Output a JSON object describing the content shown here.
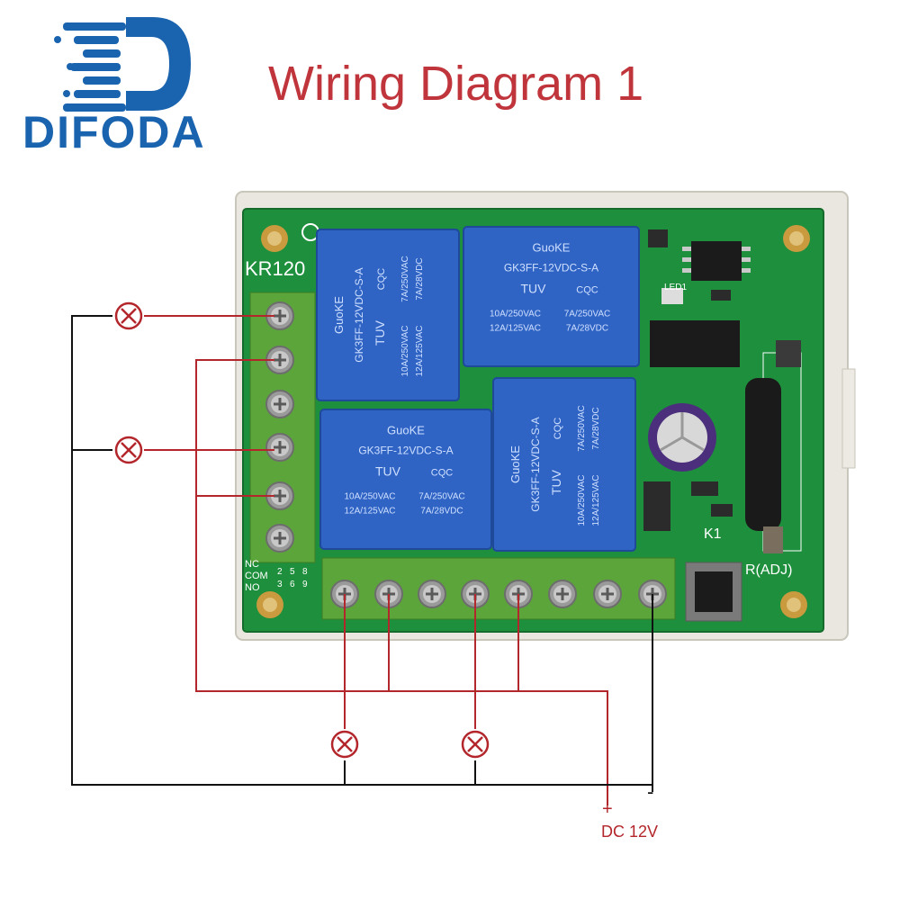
{
  "header": {
    "brand_name": "DIFODA",
    "title": "Wiring Diagram 1"
  },
  "board": {
    "model_label": "KR120",
    "terminal_labels": [
      "NC",
      "COM",
      "NO"
    ],
    "terminal_numbers": [
      "2",
      "5",
      "8",
      "3",
      "6",
      "9"
    ],
    "k1_label": "K1",
    "button_label": "R(ADJ)",
    "led_label": "LED1",
    "relays": [
      {
        "brand": "GuoKE",
        "model": "GK3FF-12VDC-S-A",
        "rating1": "10A/250VAC",
        "rating2": "12A/125VAC",
        "rating3": "7A/250VAC",
        "rating4": "7A/28VDC",
        "cert1": "TUV",
        "cert2": "CQC"
      },
      {
        "brand": "GuoKE",
        "model": "GK3FF-12VDC-S-A",
        "rating1": "10A/250VAC",
        "rating2": "12A/125VAC",
        "rating3": "7A/250VAC",
        "rating4": "7A/28VDC",
        "cert1": "TUV",
        "cert2": "CQC"
      },
      {
        "brand": "GuoKE",
        "model": "GK3FF-12VDC-S-A",
        "rating1": "10A/250VAC",
        "rating2": "12A/125VAC",
        "rating3": "7A/250VAC",
        "rating4": "7A/28VDC",
        "cert1": "TUV",
        "cert2": "CQC"
      },
      {
        "brand": "GuoKE",
        "model": "GK3FF-12VDC-S-A",
        "rating1": "10A/250VAC",
        "rating2": "12A/125VAC",
        "rating3": "7A/250VAC",
        "rating4": "7A/28VDC",
        "cert1": "TUV",
        "cert2": "CQC"
      }
    ]
  },
  "power": {
    "plus": "+",
    "minus": "-",
    "label": "DC 12V"
  },
  "colors": {
    "brand": "#1a63ae",
    "title": "#c0353b",
    "wire_positive": "#b3262b",
    "wire_negative": "#111111",
    "pcb": "#1e8f3c",
    "relay": "#2f63c4",
    "terminal": "#5ca53a"
  }
}
